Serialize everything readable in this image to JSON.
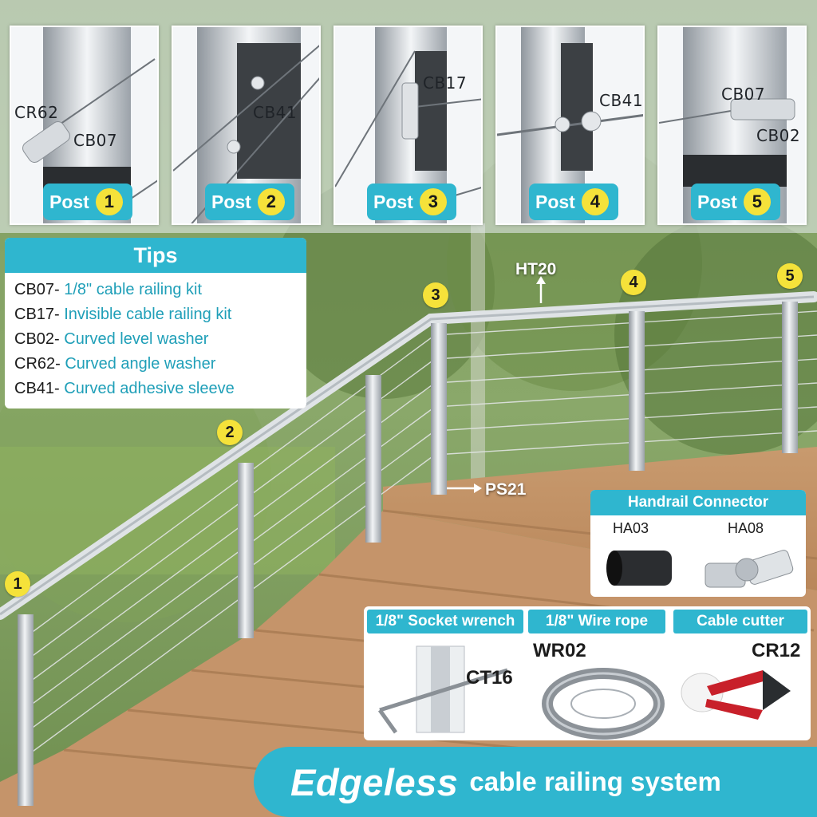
{
  "posts": [
    {
      "label": "Post",
      "number": "1",
      "parts": [
        "CR62",
        "CB07"
      ]
    },
    {
      "label": "Post",
      "number": "2",
      "parts": [
        "CB41"
      ]
    },
    {
      "label": "Post",
      "number": "3",
      "parts": [
        "CB17"
      ]
    },
    {
      "label": "Post",
      "number": "4",
      "parts": [
        "CB41"
      ]
    },
    {
      "label": "Post",
      "number": "5",
      "parts": [
        "CB07",
        "CB02"
      ]
    }
  ],
  "tips": {
    "title": "Tips",
    "items": [
      {
        "code": "CB07",
        "desc": "1/8\" cable railing kit"
      },
      {
        "code": "CB17",
        "desc": "Invisible cable railing kit"
      },
      {
        "code": "CB02",
        "desc": "Curved level washer"
      },
      {
        "code": "CR62",
        "desc": "Curved angle washer"
      },
      {
        "code": "CB41",
        "desc": "Curved adhesive sleeve"
      }
    ]
  },
  "markers": [
    "1",
    "2",
    "3",
    "4",
    "5"
  ],
  "callouts": {
    "handrail": "HT20",
    "post": "PS21"
  },
  "handrail_connector": {
    "title": "Handrail Connector",
    "items": [
      "HA03",
      "HA08"
    ]
  },
  "tools": [
    {
      "title": "1/8\" Socket wrench",
      "code": "CT16"
    },
    {
      "title": "1/8\" Wire rope",
      "code": "WR02"
    },
    {
      "title": "Cable cutter",
      "code": "CR12"
    }
  ],
  "banner": {
    "big": "Edgeless",
    "small": "cable railing system"
  },
  "colors": {
    "accent": "#2fb6cf",
    "marker": "#f5e23a",
    "tip_text": "#1f9fb8"
  }
}
